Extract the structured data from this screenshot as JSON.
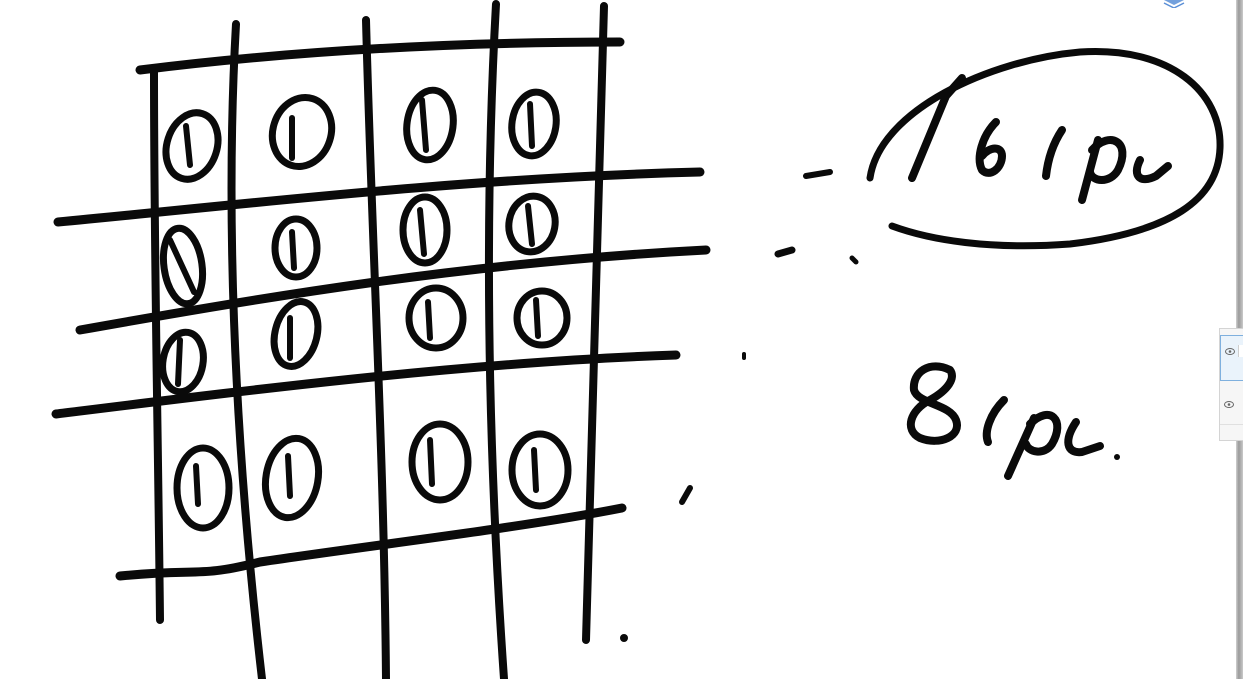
{
  "canvas": {
    "background": "#ffffff",
    "ink_color": "#0a0a0a",
    "grid_digits": [
      [
        "0",
        "0",
        "0",
        "0"
      ],
      [
        "0",
        "0",
        "0",
        "0"
      ],
      [
        "0",
        "0",
        "0",
        "0"
      ],
      [
        "0",
        "0",
        "0",
        "0"
      ]
    ],
    "circled_note": "16 cpu",
    "second_note": "8 cpu"
  },
  "layer_panel": {
    "rows": [
      {
        "visible_icon": "eye-icon",
        "state": "active"
      },
      {
        "visible_icon": "eye-icon",
        "state": "normal"
      }
    ]
  },
  "top_badge": {
    "icon": "layers-icon",
    "accent": "#5b8fd6"
  }
}
